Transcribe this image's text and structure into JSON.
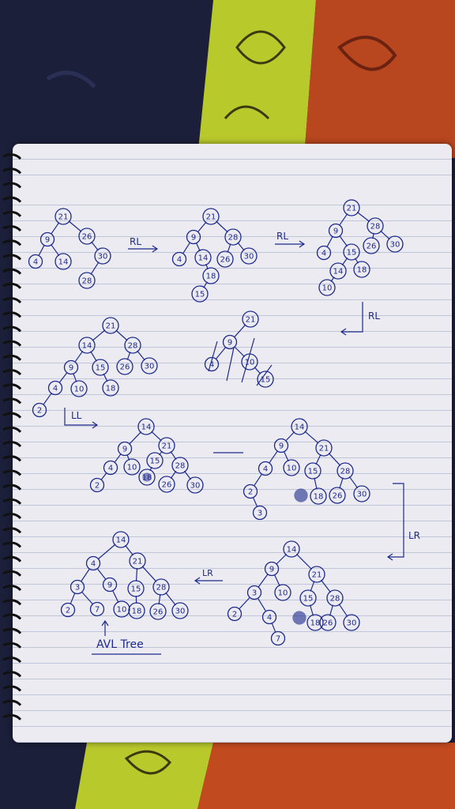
{
  "labels": {
    "rl1": "RL",
    "rl2": "RL",
    "rl3": "RL",
    "ll": "LL",
    "lr1": "LR",
    "lr2": "LR",
    "caption": "AVL Tree"
  },
  "colors": {
    "ink": "#1d2a8c",
    "paper": "#ecebf2",
    "rule": "#b9bfd6",
    "fabric_dark": "#1c1f3a",
    "fabric_green": "#b8c92c",
    "fabric_orange": "#c24a1f"
  },
  "trees": [
    {
      "id": "t1",
      "nodes": [
        21,
        9,
        26,
        4,
        14,
        30,
        28
      ]
    },
    {
      "id": "t2",
      "nodes": [
        21,
        9,
        28,
        4,
        14,
        26,
        30,
        18,
        15
      ]
    },
    {
      "id": "t3",
      "nodes": [
        21,
        9,
        28,
        4,
        15,
        26,
        30,
        14,
        18,
        10
      ]
    },
    {
      "id": "t4",
      "nodes": [
        21,
        14,
        28,
        9,
        15,
        26,
        30,
        4,
        10,
        18,
        2
      ]
    },
    {
      "id": "t5",
      "nodes": [
        21,
        9,
        4,
        10,
        15
      ]
    },
    {
      "id": "t6",
      "nodes": [
        14,
        9,
        21,
        4,
        10,
        15,
        28,
        2,
        18,
        26,
        30
      ]
    },
    {
      "id": "t7",
      "nodes": [
        14,
        9,
        21,
        4,
        10,
        15,
        28,
        2,
        18,
        26,
        30,
        3
      ]
    },
    {
      "id": "t8",
      "nodes": [
        14,
        9,
        21,
        3,
        10,
        15,
        28,
        2,
        4,
        18,
        26,
        30,
        7
      ]
    },
    {
      "id": "t9",
      "nodes": [
        14,
        4,
        21,
        3,
        9,
        15,
        28,
        2,
        7,
        10,
        18,
        26,
        30
      ]
    }
  ]
}
